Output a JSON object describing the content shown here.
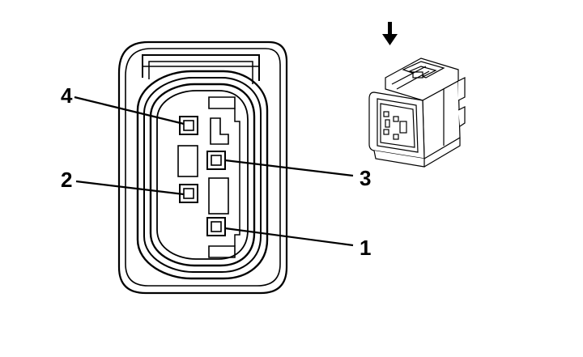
{
  "pins": [
    {
      "number": "4",
      "label": "4"
    },
    {
      "number": "2",
      "label": "2"
    },
    {
      "number": "3",
      "label": "3"
    },
    {
      "number": "1",
      "label": "1"
    }
  ],
  "icons": {
    "arrow": "down-arrow-icon",
    "connector": "connector-3d-icon"
  },
  "colors": {
    "line": "#000000",
    "background": "#ffffff"
  }
}
